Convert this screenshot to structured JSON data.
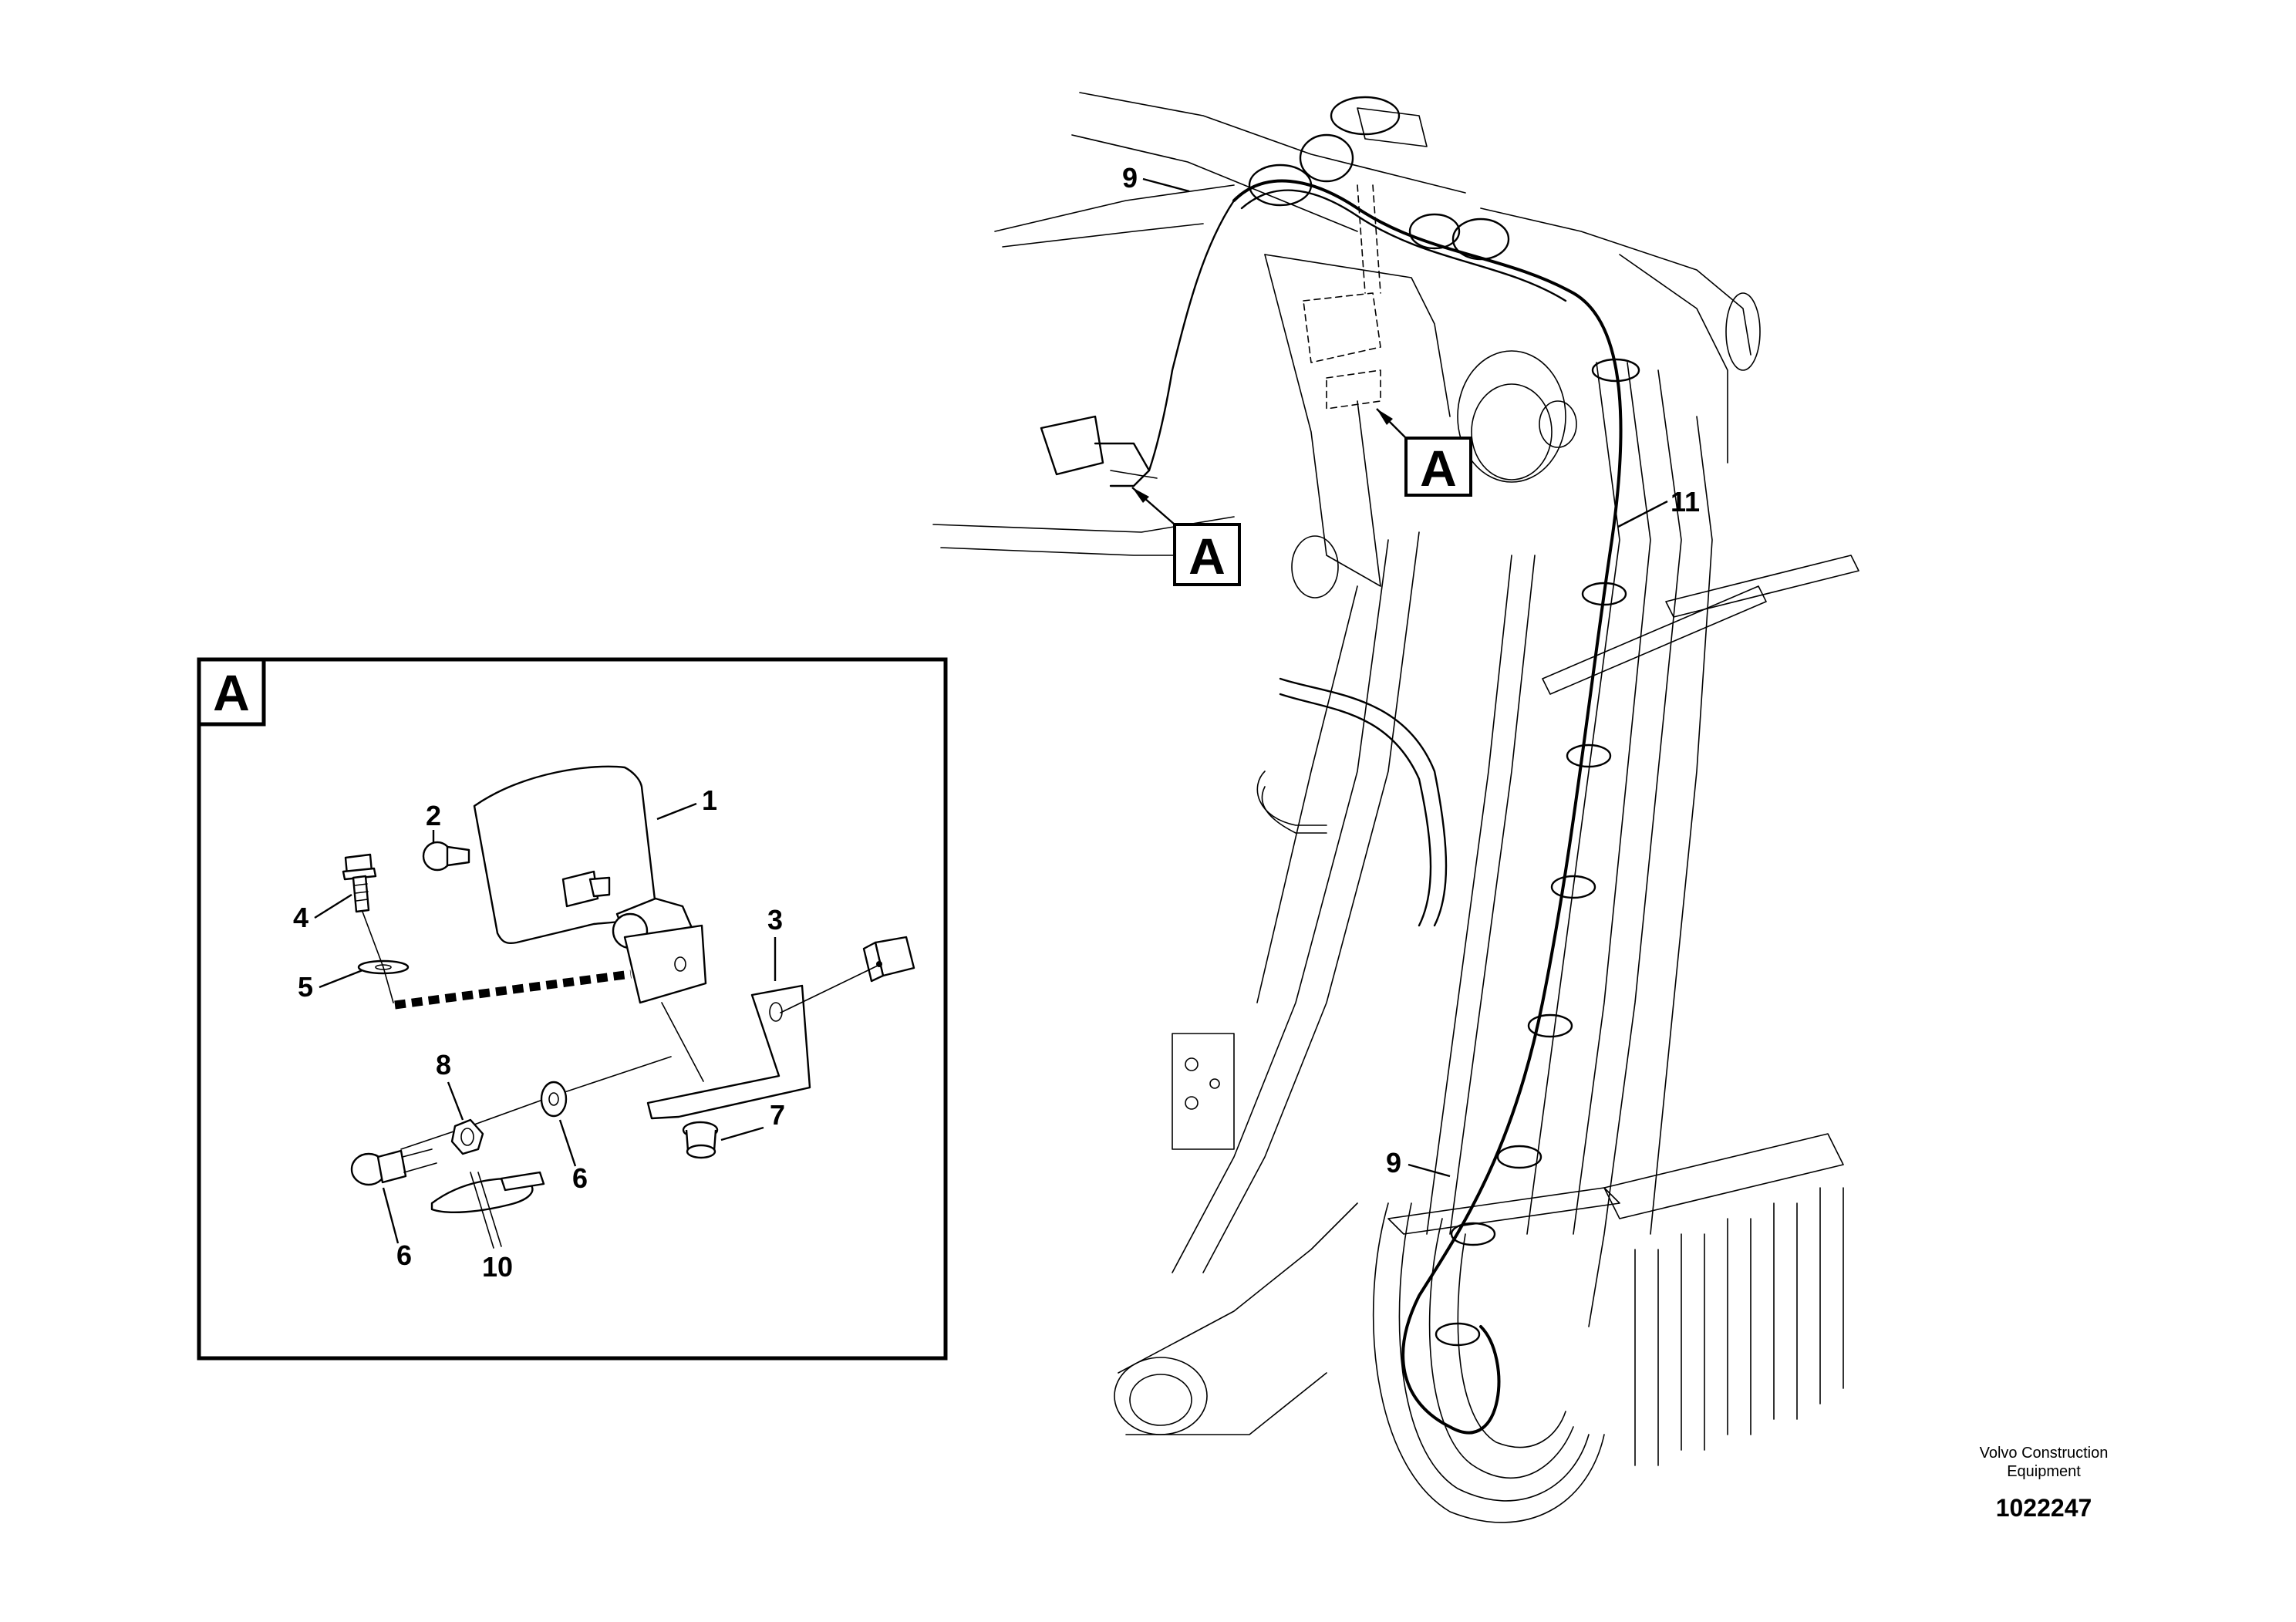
{
  "detail_box": {
    "label": "A",
    "callouts": [
      "1",
      "2",
      "3",
      "4",
      "5",
      "6",
      "6",
      "7",
      "8",
      "10"
    ]
  },
  "main_view": {
    "section_markers": [
      "A",
      "A"
    ],
    "callouts": [
      "9",
      "9",
      "11"
    ]
  },
  "footer": {
    "company_line1": "Volvo Construction",
    "company_line2": "Equipment",
    "drawing_number": "1022247"
  }
}
